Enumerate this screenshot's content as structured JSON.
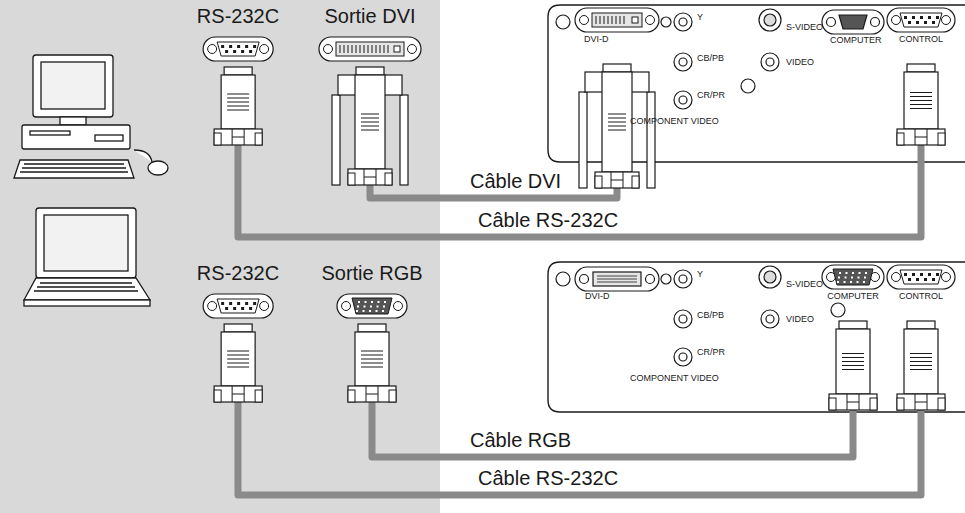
{
  "diagram": {
    "nodes": [
      {
        "text": [
          "RS-232C"
        ]
      },
      {
        "text": [
          "Sortie DVI"
        ]
      },
      {
        "text": [
          "DVI-D"
        ]
      },
      {
        "text": [
          "CONTROL"
        ]
      },
      {
        "text": [
          "RS-232C"
        ]
      },
      {
        "text": [
          "Sortie RGB"
        ]
      },
      {
        "text": [
          "COMPUTER"
        ]
      },
      {
        "text": [
          "CONTROL"
        ]
      }
    ],
    "edges": [
      {
        "from": 1,
        "to": 2,
        "arrow": "none",
        "label": "Câble DVI"
      },
      {
        "from": 0,
        "to": 3,
        "arrow": "none",
        "label": "Câble RS-232C"
      },
      {
        "from": 5,
        "to": 6,
        "arrow": "none",
        "label": "Câble RGB"
      },
      {
        "from": 4,
        "to": 7,
        "arrow": "none",
        "label": "Câble RS-232C"
      }
    ],
    "labels": [
      "Y",
      "CB/PB",
      "CR/PR",
      "COMPONENT VIDEO",
      "S-VIDEO",
      "VIDEO",
      "COMPUTER",
      "DVI-D",
      "Y",
      "CB/PB",
      "CR/PR",
      "COMPONENT VIDEO",
      "S-VIDEO",
      "VIDEO"
    ]
  }
}
